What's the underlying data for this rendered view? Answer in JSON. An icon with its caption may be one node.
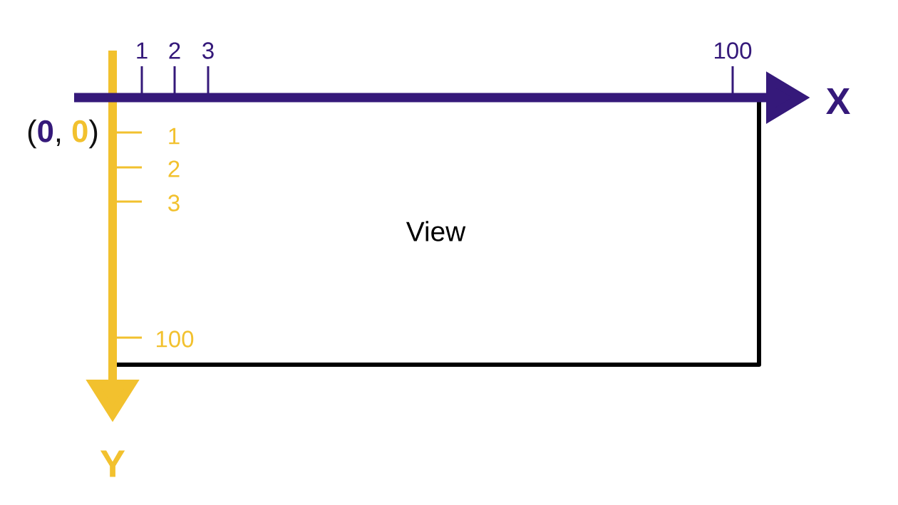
{
  "diagram": {
    "nodes": [
      {
        "text": [
          "View"
        ]
      }
    ],
    "labels": [
      "1",
      "2",
      "3",
      "100",
      "X",
      "(**0**, **0**)",
      "1",
      "2",
      "3",
      "100",
      "Y"
    ]
  }
}
